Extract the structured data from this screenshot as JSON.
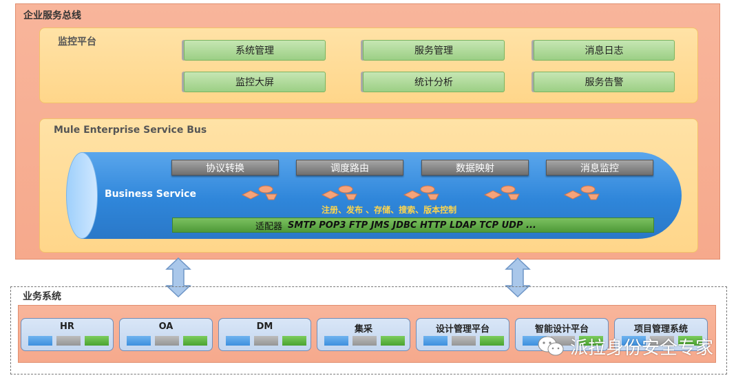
{
  "esb": {
    "title": "企业服务总线",
    "monitor": {
      "title": "监控平台",
      "buttons": [
        "系统管理",
        "服务管理",
        "消息日志",
        "监控大屏",
        "统计分析",
        "服务告警"
      ]
    },
    "mule": {
      "title": "Mule Enterprise Service Bus",
      "business_service": "Business Service",
      "functions": [
        "协议转换",
        "调度路由",
        "数据映射",
        "消息监控"
      ],
      "note": "注册、发布 、存储、搜索、版本控制",
      "adapter_label": "适配器",
      "protocols": "SMTP  POP3  FTP  JMS  JDBC  HTTP LDAP  TCP  UDP ..."
    }
  },
  "business": {
    "title": "业务系统",
    "systems": [
      "HR",
      "OA",
      "DM",
      "集采",
      "设计管理平台",
      "智能设计平台",
      "项目管理系统"
    ]
  },
  "watermark": "派拉身份安全专家",
  "colors": {
    "outer_fill": "#f8b59b",
    "panel_fill": "#ffe2a6",
    "green_button": "#9ccf85",
    "cylinder_blue": "#2f86da",
    "adapter_green": "#4e9a38",
    "note_yellow": "#ffd54a"
  }
}
